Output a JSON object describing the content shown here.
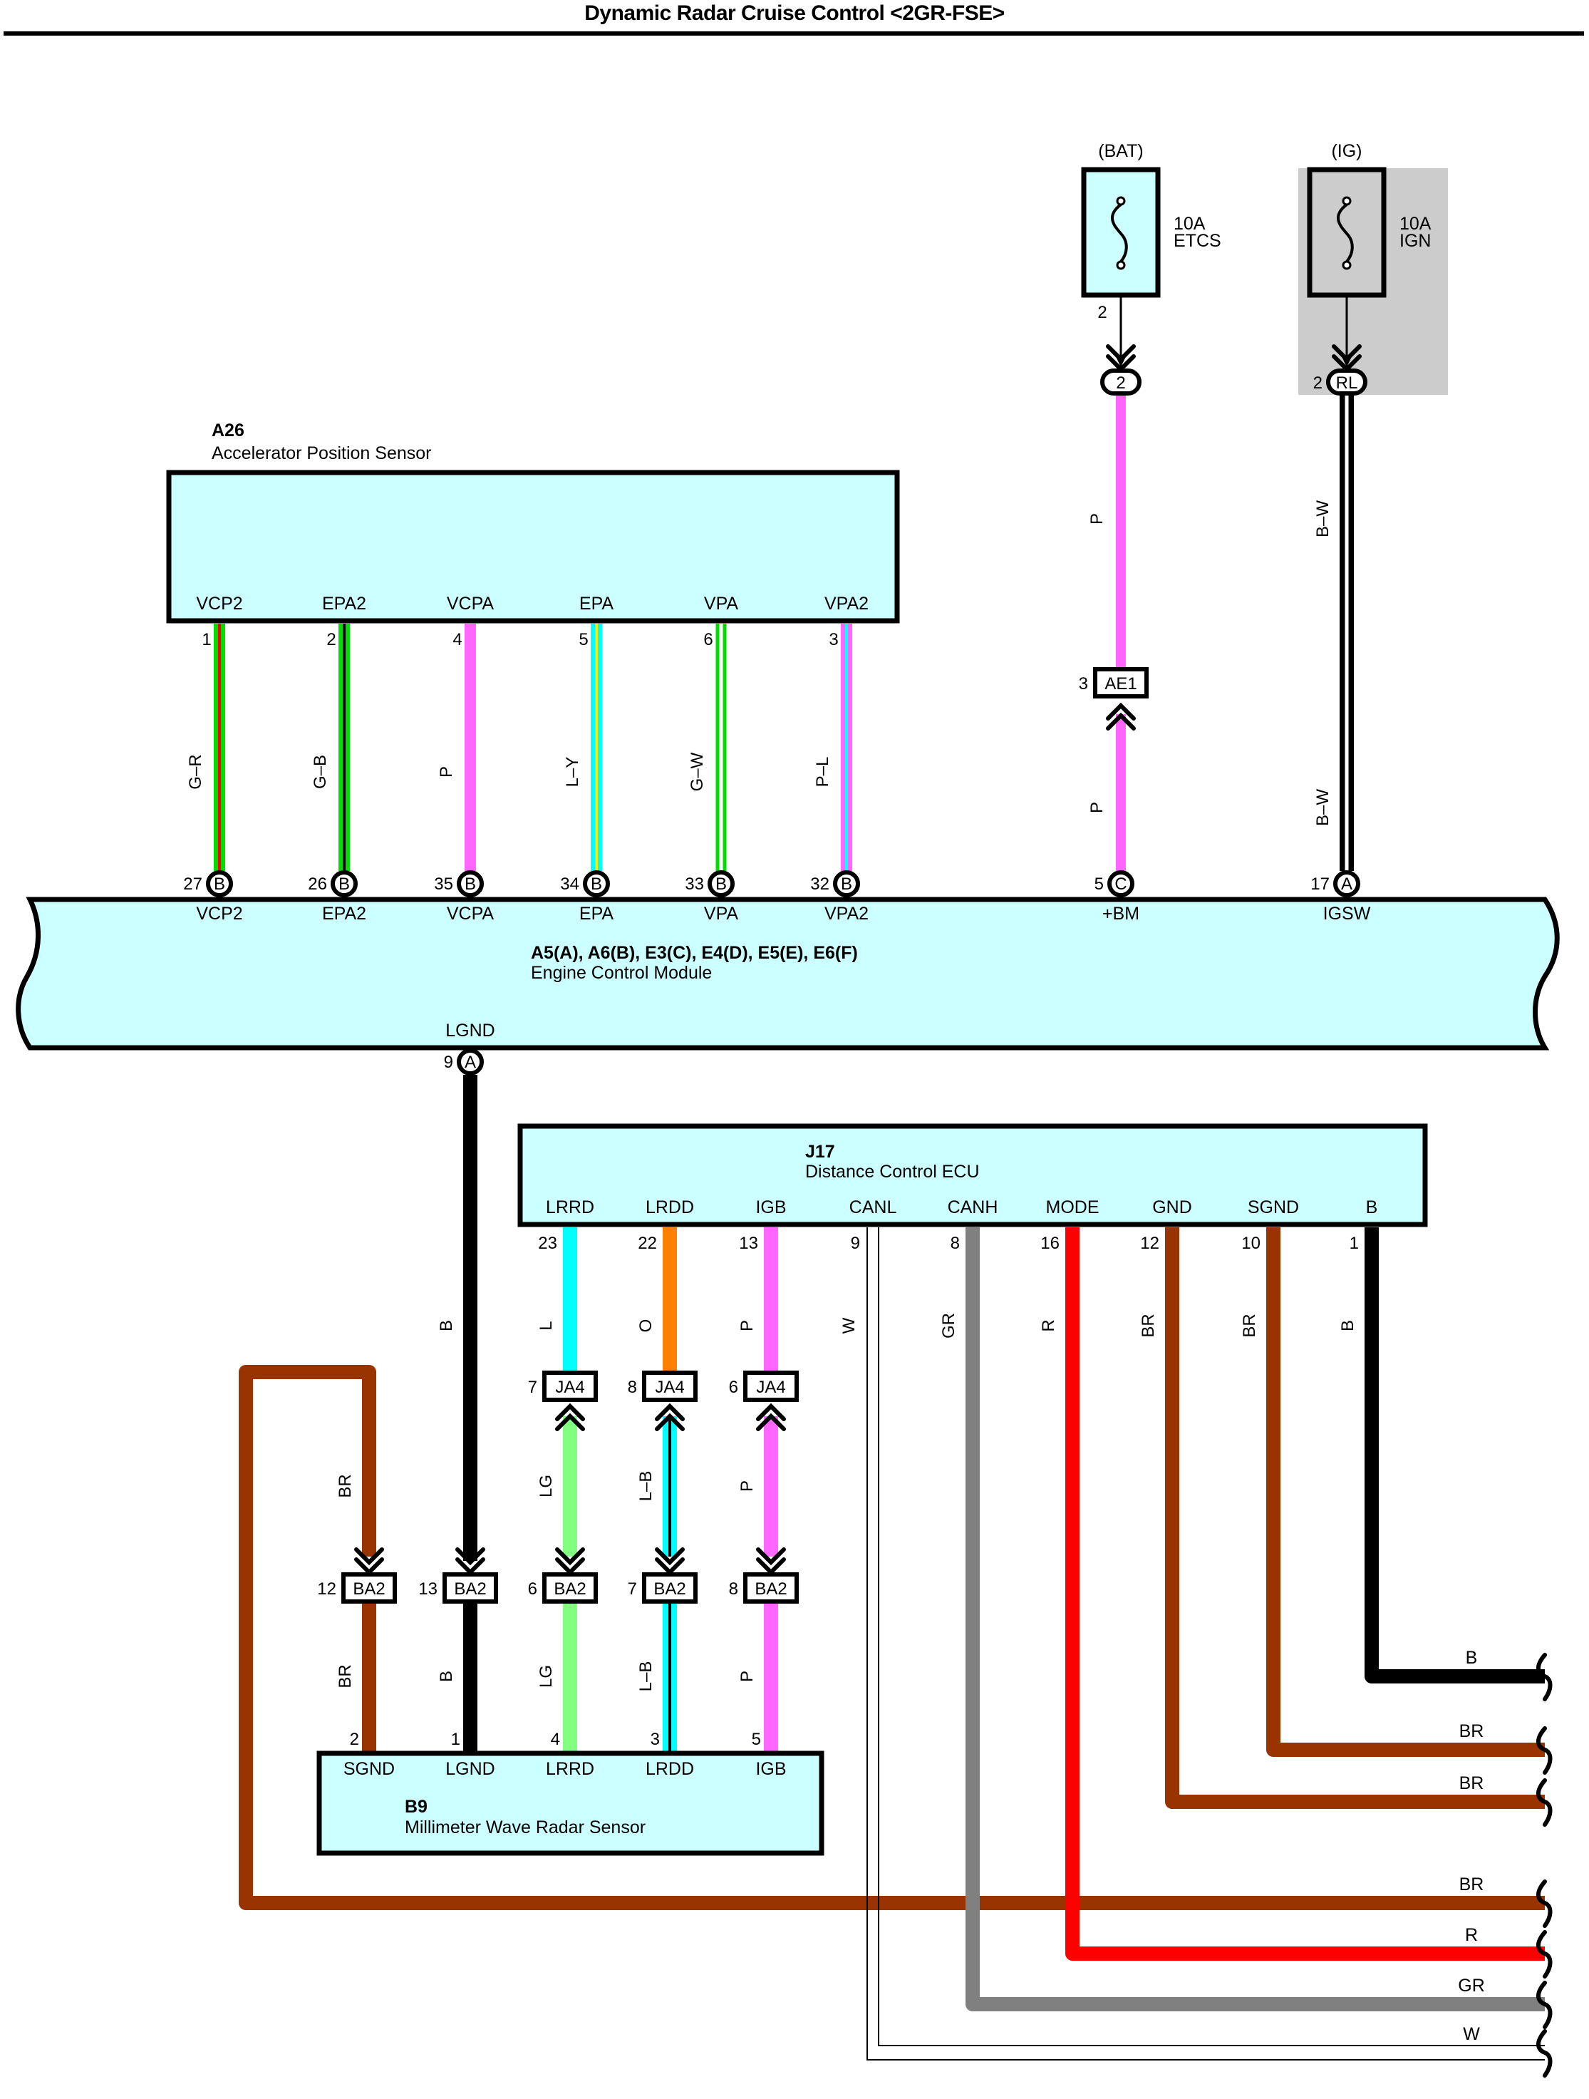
{
  "title": "Dynamic Radar Cruise Control <2GR-FSE>",
  "colors": {
    "component_fill": "#ccffff",
    "ig_shade": "#cccccc",
    "G": "#00dd00",
    "R": "#ff0000",
    "B": "#000000",
    "P": "#ff66ff",
    "L": "#00ffff",
    "Y": "#ffee00",
    "W": "#ffffff",
    "O": "#ff8000",
    "LG": "#80ff80",
    "GR": "#808080",
    "BR": "#993300"
  },
  "fuses": [
    {
      "id": "bat",
      "source": "(BAT)",
      "rating": "10A",
      "name": "ETCS",
      "pin": "2",
      "connector": "2",
      "connector_pin": "",
      "shaded": false
    },
    {
      "id": "ig",
      "source": "(IG)",
      "rating": "10A",
      "name": "IGN",
      "pin": "",
      "connector": "RL",
      "connector_pin": "2",
      "shaded": true
    }
  ],
  "a26": {
    "code": "A26",
    "name": "Accelerator Position Sensor",
    "terminals": [
      {
        "label": "VCP2",
        "pin": "1",
        "wire": "G–R",
        "colors": [
          "G",
          "R"
        ],
        "ecm_pin": "27",
        "ecm_conn": "B",
        "ecm_label": "VCP2"
      },
      {
        "label": "EPA2",
        "pin": "2",
        "wire": "G–B",
        "colors": [
          "G",
          "B"
        ],
        "ecm_pin": "26",
        "ecm_conn": "B",
        "ecm_label": "EPA2"
      },
      {
        "label": "VCPA",
        "pin": "4",
        "wire": "P",
        "colors": [
          "P"
        ],
        "ecm_pin": "35",
        "ecm_conn": "B",
        "ecm_label": "VCPA"
      },
      {
        "label": "EPA",
        "pin": "5",
        "wire": "L–Y",
        "colors": [
          "L",
          "Y"
        ],
        "ecm_pin": "34",
        "ecm_conn": "B",
        "ecm_label": "EPA"
      },
      {
        "label": "VPA",
        "pin": "6",
        "wire": "G–W",
        "colors": [
          "G",
          "W"
        ],
        "ecm_pin": "33",
        "ecm_conn": "B",
        "ecm_label": "VPA"
      },
      {
        "label": "VPA2",
        "pin": "3",
        "wire": "P–L",
        "colors": [
          "P",
          "L"
        ],
        "ecm_pin": "32",
        "ecm_conn": "B",
        "ecm_label": "VPA2"
      }
    ]
  },
  "ecm": {
    "code": "A5(A), A6(B), E3(C), E4(D), E5(E), E6(F)",
    "name": "Engine Control Module",
    "bm": {
      "label": "+BM",
      "pin": "5",
      "conn": "C",
      "wire_upper": "P",
      "wire_lower": "P",
      "junction": "AE1",
      "junction_pin": "3"
    },
    "igsw": {
      "label": "IGSW",
      "pin": "17",
      "conn": "A",
      "wire_upper": "B–W",
      "wire_lower": "B–W"
    },
    "lgnd": {
      "label": "LGND",
      "pin": "9",
      "conn": "A",
      "wire": "B"
    }
  },
  "j17": {
    "code": "J17",
    "name": "Distance Control ECU",
    "terminals": [
      {
        "label": "LRRD",
        "pin": "23",
        "wire": "L",
        "color": "L"
      },
      {
        "label": "LRDD",
        "pin": "22",
        "wire": "O",
        "color": "O"
      },
      {
        "label": "IGB",
        "pin": "13",
        "wire": "P",
        "color": "P"
      },
      {
        "label": "CANL",
        "pin": "9",
        "wire": "W",
        "color": "W"
      },
      {
        "label": "CANH",
        "pin": "8",
        "wire": "GR",
        "color": "GR"
      },
      {
        "label": "MODE",
        "pin": "16",
        "wire": "R",
        "color": "R"
      },
      {
        "label": "GND",
        "pin": "12",
        "wire": "BR",
        "color": "BR"
      },
      {
        "label": "SGND",
        "pin": "10",
        "wire": "BR",
        "color": "BR"
      },
      {
        "label": "B",
        "pin": "1",
        "wire": "B",
        "color": "B"
      }
    ]
  },
  "ja4": [
    {
      "pin": "7",
      "name": "JA4",
      "lower_wire": "LG",
      "lower_colors": [
        "LG"
      ]
    },
    {
      "pin": "8",
      "name": "JA4",
      "lower_wire": "L–B",
      "lower_colors": [
        "L",
        "B"
      ]
    },
    {
      "pin": "6",
      "name": "JA4",
      "lower_wire": "P",
      "lower_colors": [
        "P"
      ]
    }
  ],
  "ba2": [
    {
      "pin": "12",
      "name": "BA2",
      "upper_wire": "BR",
      "lower_wire": "BR",
      "colors": [
        "BR"
      ]
    },
    {
      "pin": "13",
      "name": "BA2",
      "upper_wire": "B",
      "lower_wire": "B",
      "colors": [
        "B"
      ]
    },
    {
      "pin": "6",
      "name": "BA2",
      "upper_wire": "LG",
      "lower_wire": "LG",
      "colors": [
        "LG"
      ]
    },
    {
      "pin": "7",
      "name": "BA2",
      "upper_wire": "L–B",
      "lower_wire": "L–B",
      "colors": [
        "L",
        "B"
      ]
    },
    {
      "pin": "8",
      "name": "BA2",
      "upper_wire": "P",
      "lower_wire": "P",
      "colors": [
        "P"
      ]
    }
  ],
  "b9": {
    "code": "B9",
    "name": "Millimeter Wave Radar Sensor",
    "terminals": [
      {
        "label": "SGND",
        "pin": "2"
      },
      {
        "label": "LGND",
        "pin": "1"
      },
      {
        "label": "LRRD",
        "pin": "4"
      },
      {
        "label": "LRDD",
        "pin": "3"
      },
      {
        "label": "IGB",
        "pin": "5"
      }
    ]
  },
  "continuations": [
    {
      "wire": "B",
      "color": "B"
    },
    {
      "wire": "BR",
      "color": "BR"
    },
    {
      "wire": "BR",
      "color": "BR"
    },
    {
      "wire": "BR",
      "color": "BR"
    },
    {
      "wire": "R",
      "color": "R"
    },
    {
      "wire": "GR",
      "color": "GR"
    },
    {
      "wire": "W",
      "color": "W"
    }
  ]
}
